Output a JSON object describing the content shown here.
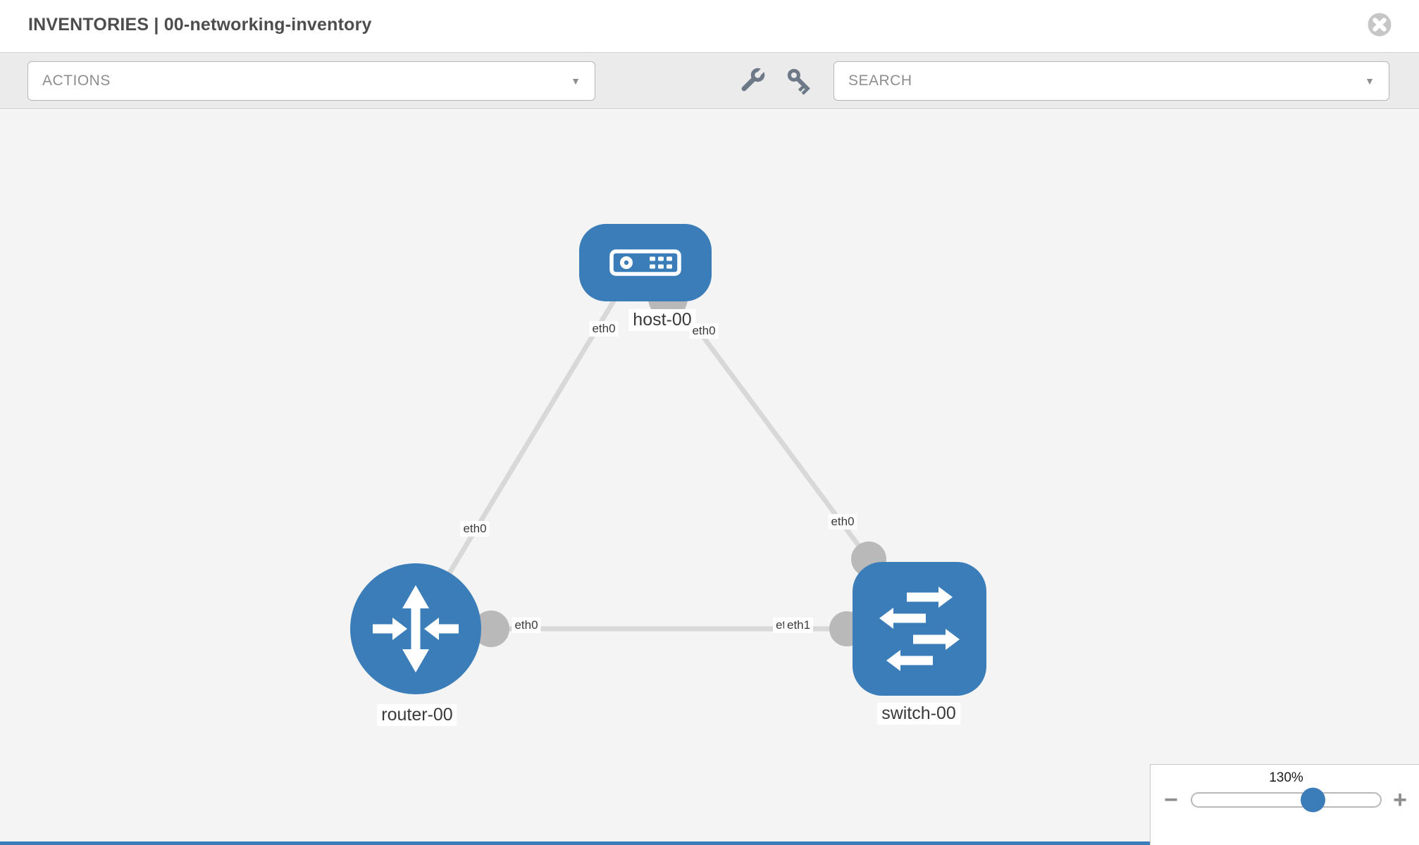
{
  "header": {
    "title": "INVENTORIES | 00-networking-inventory"
  },
  "toolbar": {
    "actions_label": "ACTIONS",
    "search_label": "SEARCH",
    "caret_glyph": "▼"
  },
  "icons": {
    "close": "close-icon",
    "wrench": "wrench-icon",
    "key": "key-icon",
    "caret": "chevron-down-icon",
    "zoom_out": "minus-icon",
    "zoom_in": "plus-icon"
  },
  "topology": {
    "nodes": [
      {
        "id": "host-00",
        "type": "host",
        "label": "host-00"
      },
      {
        "id": "router-00",
        "type": "router",
        "label": "router-00"
      },
      {
        "id": "switch-00",
        "type": "switch",
        "label": "switch-00"
      }
    ],
    "links": [
      {
        "from": "host-00",
        "from_port": "eth0",
        "to": "router-00",
        "to_port": "eth0"
      },
      {
        "from": "host-00",
        "from_port": "eth0",
        "to": "switch-00",
        "to_port": "eth0"
      },
      {
        "from": "router-00",
        "from_port": "eth0",
        "to": "switch-00",
        "to_port": "eth1"
      }
    ],
    "port_labels": {
      "host_left": "eth0",
      "host_right": "eth0",
      "host_router_mid": "eth0",
      "host_switch_mid": "eth0",
      "mid_router_side": "eth0",
      "mid_switch_under": "eth0",
      "mid_switch_over": "eth1"
    }
  },
  "zoom_control": {
    "level": "130%",
    "zoom_out_glyph": "−",
    "zoom_in_glyph": "+",
    "slider_value_pct": 64
  },
  "colors": {
    "node_blue": "#3b7db8",
    "link_gray": "#d8d8d8",
    "bubble_gray": "#b9b9b9",
    "canvas_bg": "#f4f4f4",
    "toolbar_bg": "#ebebeb"
  }
}
